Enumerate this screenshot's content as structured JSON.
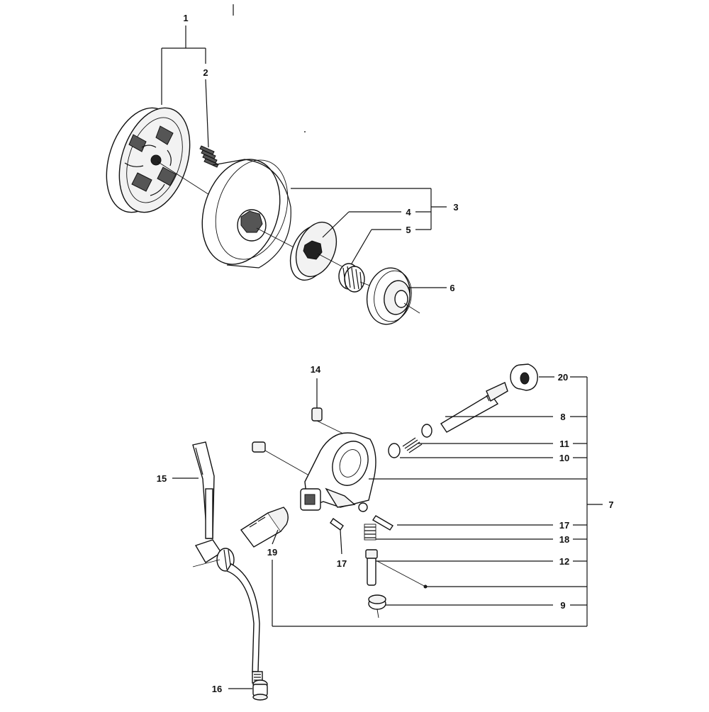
{
  "diagram": {
    "callouts": [
      "1",
      "2",
      "3",
      "4",
      "5",
      "6",
      "14",
      "20",
      "8",
      "11",
      "10",
      "15",
      "7",
      "17",
      "18",
      "12",
      "9",
      "19",
      "17",
      "16"
    ]
  }
}
